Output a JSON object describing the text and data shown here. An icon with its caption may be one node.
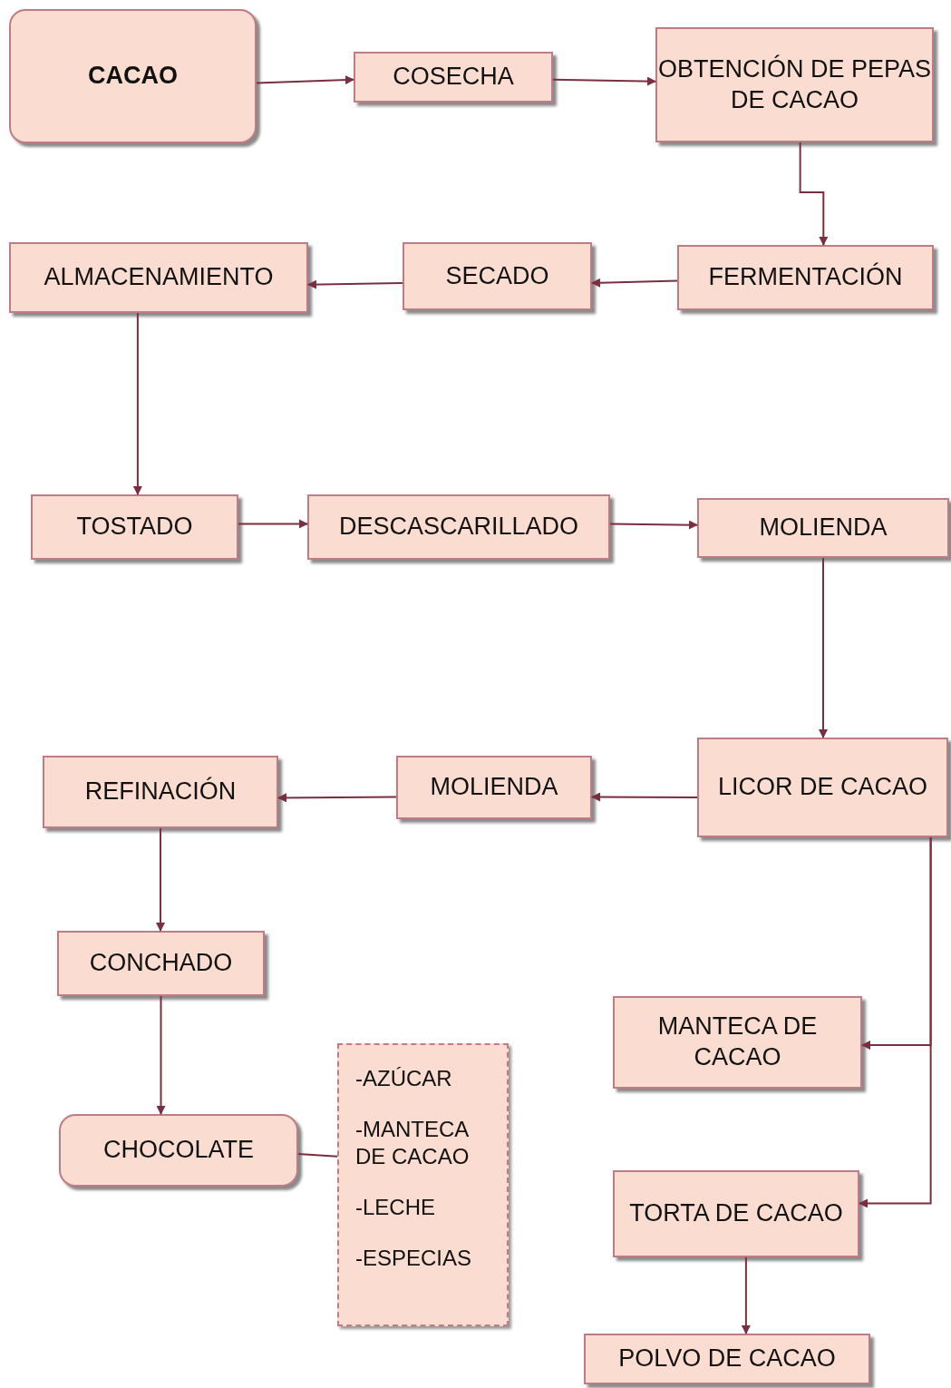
{
  "diagram": {
    "nodes": [
      {
        "text": [
          "CACAO"
        ]
      },
      {
        "text": [
          "COSECHA"
        ]
      },
      {
        "text": [
          "OBTENCIÓN DE PEPAS DE CACAO"
        ]
      },
      {
        "text": [
          "FERMENTACIÓN"
        ]
      },
      {
        "text": [
          "SECADO"
        ]
      },
      {
        "text": [
          "ALMACENAMIENTO"
        ]
      },
      {
        "text": [
          "TOSTADO"
        ]
      },
      {
        "text": [
          "DESCASCARILLADO"
        ]
      },
      {
        "text": [
          "MOLIENDA"
        ]
      },
      {
        "text": [
          "LICOR DE CACAO"
        ]
      },
      {
        "text": [
          "MOLIENDA"
        ]
      },
      {
        "text": [
          "REFINACIÓN"
        ]
      },
      {
        "text": [
          "CONCHADO"
        ]
      },
      {
        "text": [
          "CHOCOLATE"
        ]
      },
      {
        "text": [
          "-AZÚCAR",
          "-MANTECA DE CACAO",
          "-LECHE",
          "-ESPECIAS"
        ]
      },
      {
        "text": [
          "MANTECA DE CACAO"
        ]
      },
      {
        "text": [
          "TORTA DE CACAO"
        ]
      },
      {
        "text": [
          "POLVO DE CACAO"
        ]
      }
    ],
    "edges": [
      {
        "from": 0,
        "to": 1,
        "arrow": "to"
      },
      {
        "from": 1,
        "to": 2,
        "arrow": "to"
      },
      {
        "from": 2,
        "to": 3,
        "arrow": "to"
      },
      {
        "from": 3,
        "to": 4,
        "arrow": "to"
      },
      {
        "from": 4,
        "to": 5,
        "arrow": "to"
      },
      {
        "from": 5,
        "to": 6,
        "arrow": "to"
      },
      {
        "from": 6,
        "to": 7,
        "arrow": "to"
      },
      {
        "from": 7,
        "to": 8,
        "arrow": "to"
      },
      {
        "from": 8,
        "to": 9,
        "arrow": "to"
      },
      {
        "from": 9,
        "to": 10,
        "arrow": "to"
      },
      {
        "from": 10,
        "to": 11,
        "arrow": "to"
      },
      {
        "from": 11,
        "to": 12,
        "arrow": "to"
      },
      {
        "from": 12,
        "to": 13,
        "arrow": "to"
      },
      {
        "from": 13,
        "to": 14,
        "arrow": "none"
      },
      {
        "from": 9,
        "to": 15,
        "arrow": "to"
      },
      {
        "from": 9,
        "to": 16,
        "arrow": "to"
      },
      {
        "from": 16,
        "to": 17,
        "arrow": "to"
      }
    ]
  }
}
